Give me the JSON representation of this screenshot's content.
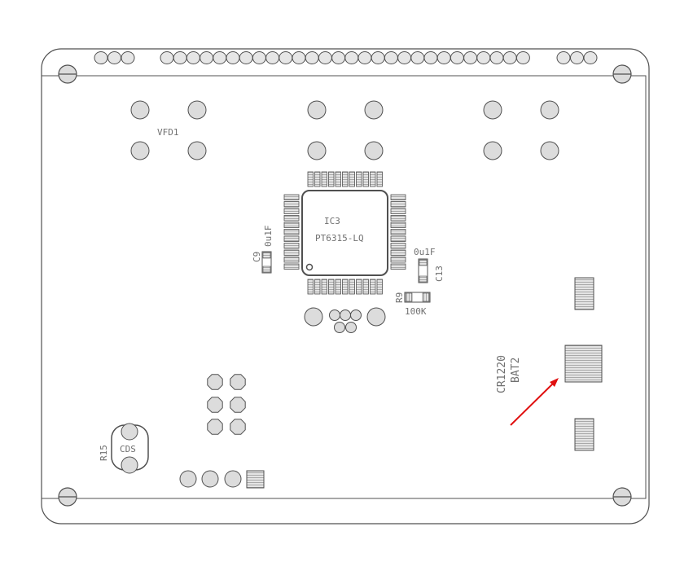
{
  "colors": {
    "background": "#ffffff",
    "outline": "#505050",
    "pad_fill": "#dcdcdc",
    "pad_stroke": "#505050",
    "silk_text": "#707070",
    "arrow": "#e01010"
  },
  "labels": {
    "vfd": "VFD1",
    "ic_ref": "IC3",
    "ic_part": "PT6315-LQ",
    "c9_ref": "C9",
    "c9_value": "0u1F",
    "c13_ref": "C13",
    "c13_value": "0u1F",
    "r9_ref": "R9",
    "r9_value": "100K",
    "bat_part": "CR1220",
    "bat_ref": "BAT2",
    "r15_ref": "R15",
    "cds_label": "CDS"
  },
  "arrow_icon": "red-arrow-pointer"
}
